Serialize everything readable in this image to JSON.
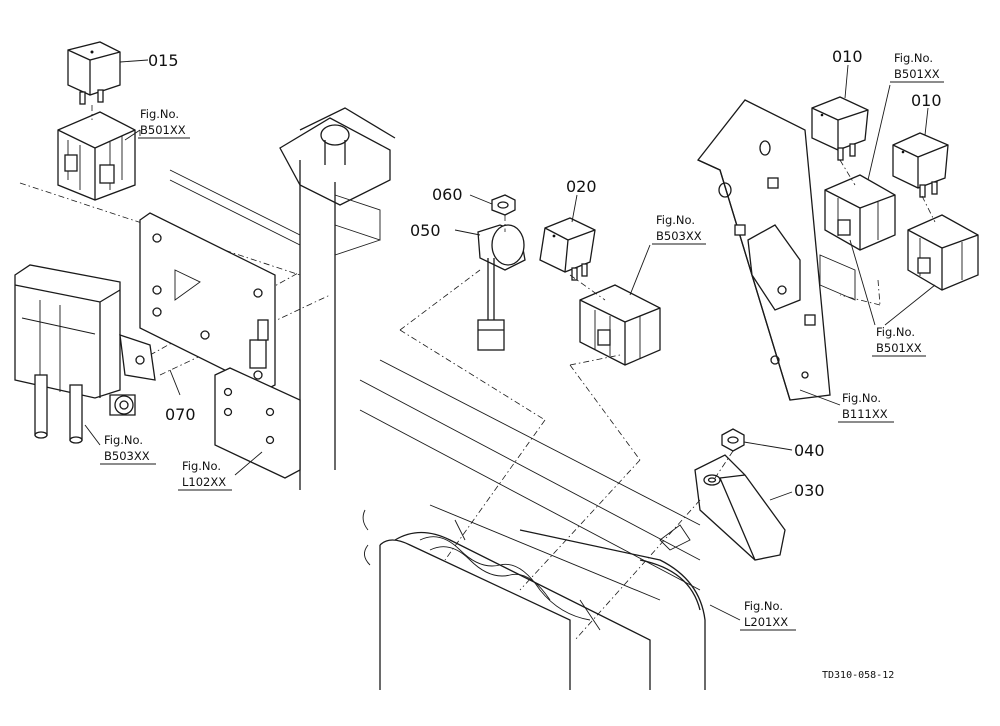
{
  "parts": {
    "p015": "015",
    "p010a": "010",
    "p010b": "010",
    "p020": "020",
    "p030": "030",
    "p040": "040",
    "p050": "050",
    "p060": "060",
    "p070": "070"
  },
  "figs": {
    "fig_prefix": "Fig.No.",
    "f_b501_top_left": "B501XX",
    "f_b501_top_right": "B501XX",
    "f_b501_bottom_right": "B501XX",
    "f_b503_left": "B503XX",
    "f_b503_center": "B503XX",
    "f_l102": "L102XX",
    "f_b111": "B111XX",
    "f_l201": "L201XX"
  },
  "drawing_code": "TD310-058-12"
}
